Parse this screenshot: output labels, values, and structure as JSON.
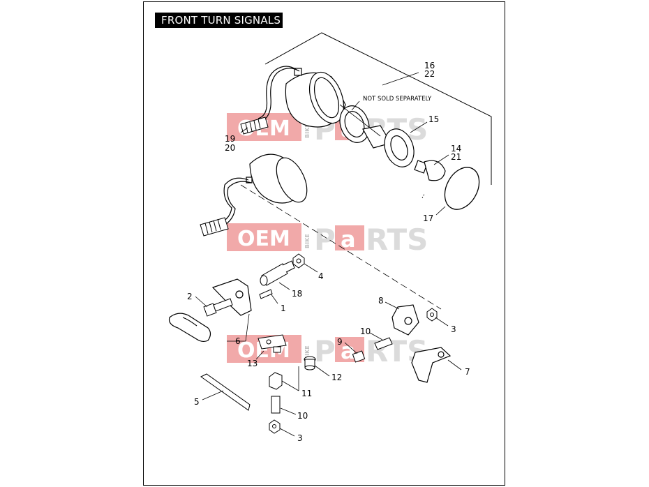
{
  "title": "FRONT TURN SIGNALS",
  "note": "NOT SOLD SEPARATELY",
  "labels": {
    "l16": "16",
    "l22": "22",
    "l15": "15",
    "l19": "19",
    "l20": "20",
    "l14": "14",
    "l21": "21",
    "l17": "17",
    "l4": "4",
    "l18": "18",
    "l2": "2",
    "l1": "1",
    "l8": "8",
    "l3a": "3",
    "l10a": "10",
    "l9": "9",
    "l6": "6",
    "l13": "13",
    "l12": "12",
    "l7": "7",
    "l11": "11",
    "l5": "5",
    "l10b": "10",
    "l3b": "3"
  },
  "watermark": {
    "oem": "OEM",
    "bike": "BIKE",
    "p": "P",
    "a": "a",
    "rts": "RTS",
    "colors": {
      "red": "#f0a0a0",
      "gray": "#d8d8d8"
    }
  }
}
